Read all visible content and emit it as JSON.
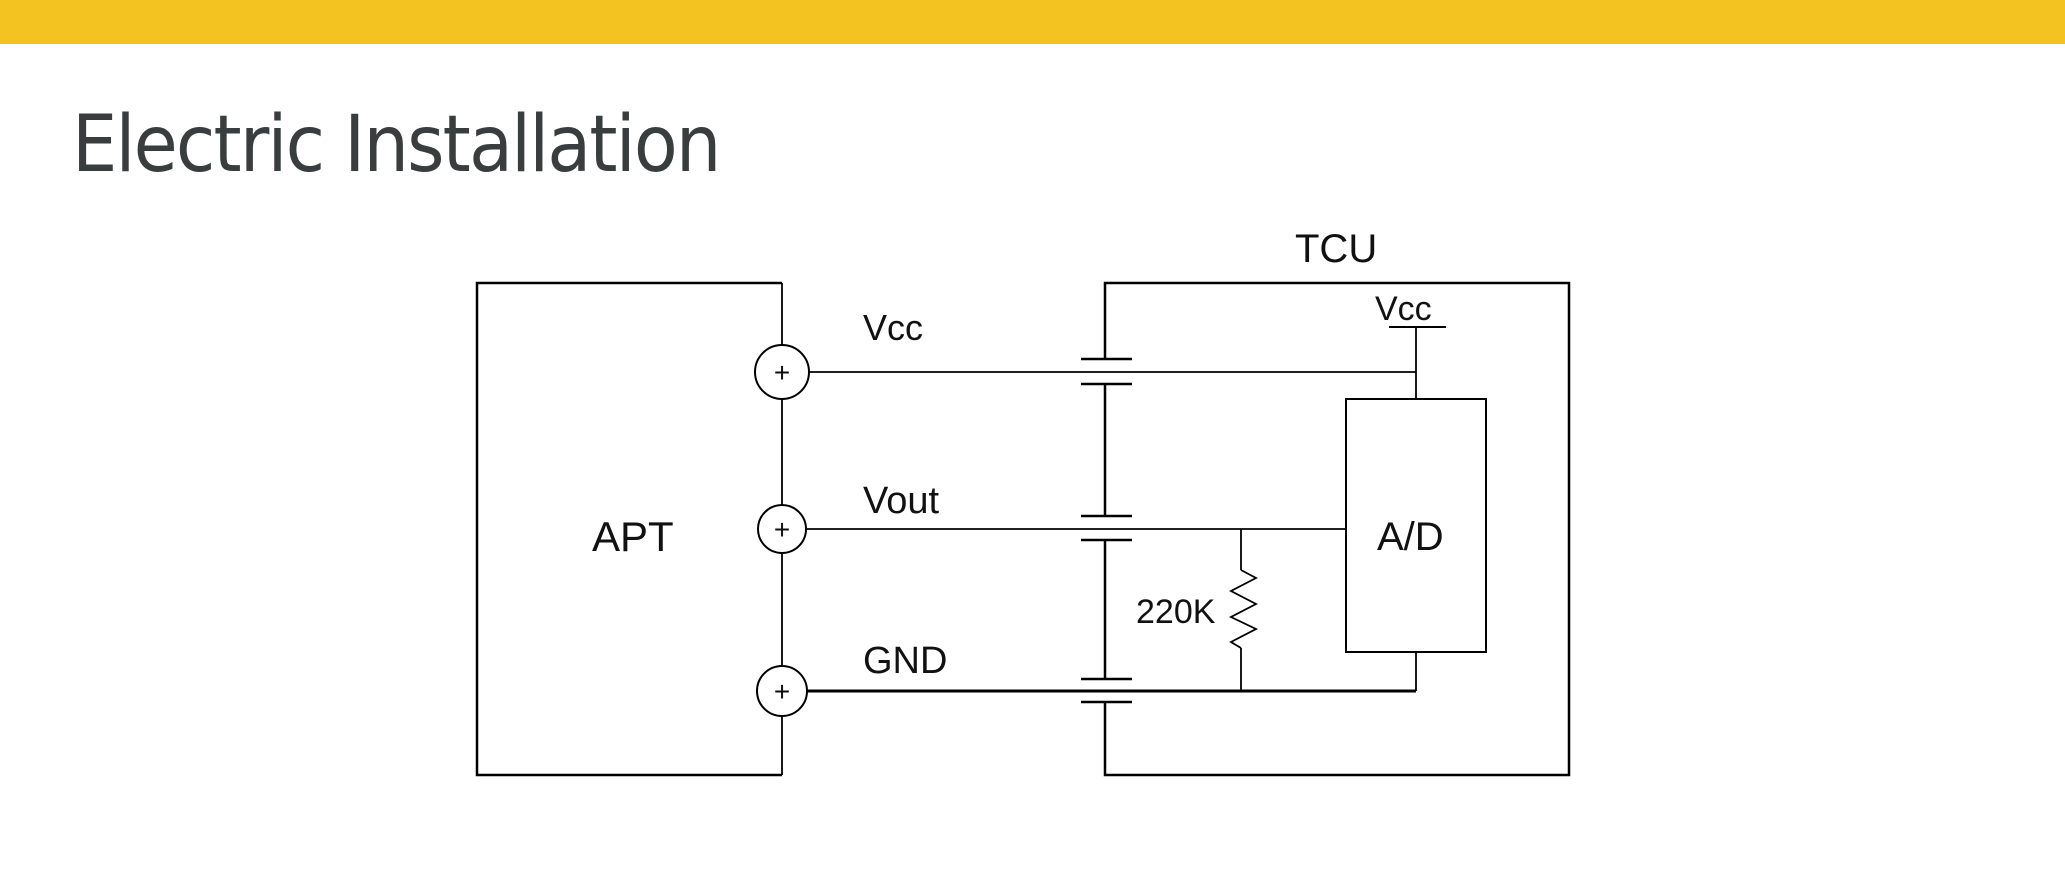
{
  "header": {
    "accent_color": "#F3C322",
    "title": "Electric Installation"
  },
  "diagram": {
    "left_block": {
      "label": "APT"
    },
    "right_block": {
      "label": "TCU"
    },
    "converter": {
      "label": "A/D",
      "supply_label": "Vcc"
    },
    "resistor": {
      "label": "220K"
    },
    "lines": [
      {
        "id": "vcc",
        "label": "Vcc"
      },
      {
        "id": "vout",
        "label": "Vout"
      },
      {
        "id": "gnd",
        "label": "GND"
      }
    ],
    "terminal_symbol": "+"
  }
}
